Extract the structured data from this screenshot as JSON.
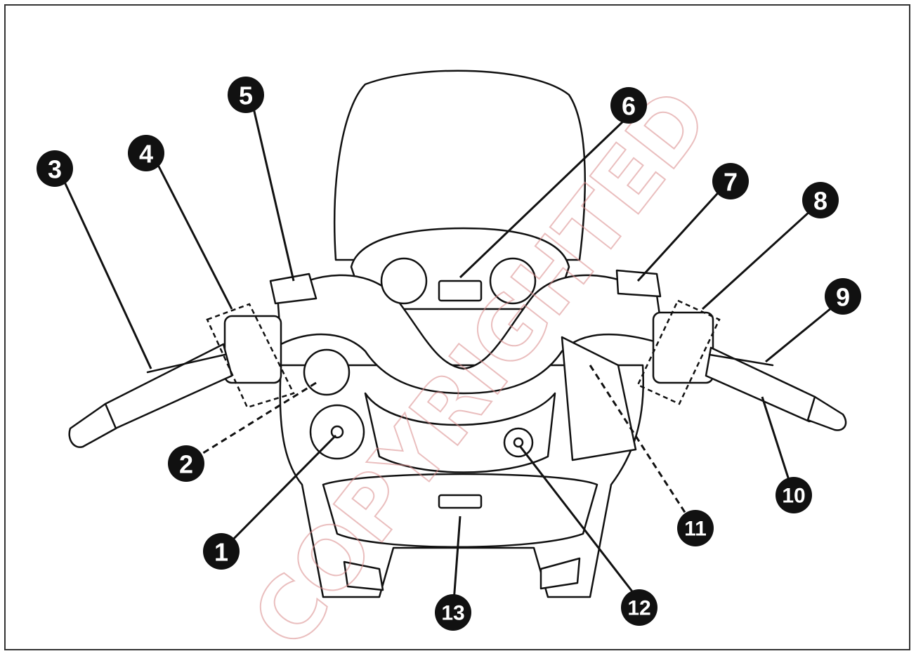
{
  "callouts": [
    "1",
    "2",
    "3",
    "4",
    "5",
    "6",
    "7",
    "8",
    "9",
    "10",
    "11",
    "12",
    "13"
  ],
  "watermark": "COPYRIGHTED",
  "colors": {
    "line": "#111111",
    "watermark": "#d98a8a",
    "background": "#ffffff"
  }
}
